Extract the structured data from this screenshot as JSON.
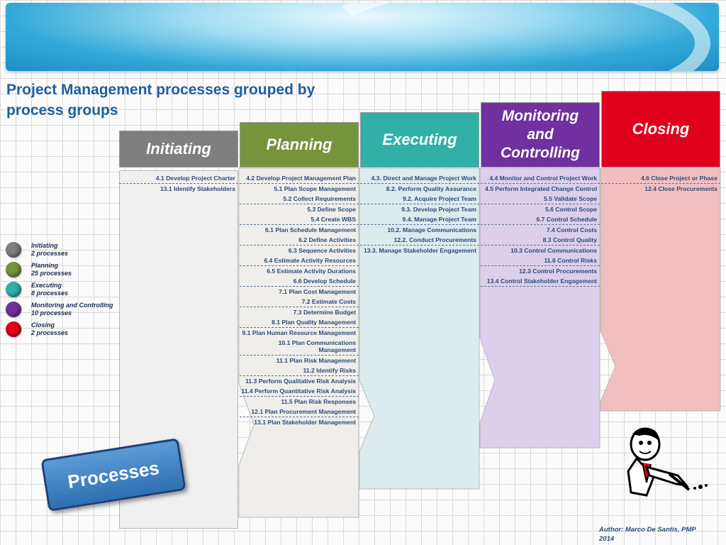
{
  "title": "Project Management processes grouped by process groups",
  "badge": "Processes",
  "author": [
    "Author: Marco De Santis, PMP",
    "2014"
  ],
  "colors": {
    "initiating": "#7f7f7f",
    "planning": "#77933c",
    "executing": "#31b0a8",
    "monitoring": "#7030a0",
    "closing": "#e0001b"
  },
  "legend": [
    {
      "name": "Initiating",
      "count": "2 processes",
      "color": "#7f7f7f"
    },
    {
      "name": "Planning",
      "count": "25 processes",
      "color": "#77933c"
    },
    {
      "name": "Executing",
      "count": "8 processes",
      "color": "#31b0a8"
    },
    {
      "name": "Monitoring and Controlling",
      "count": "10 processes",
      "color": "#7030a0"
    },
    {
      "name": "Closing",
      "count": "2 processes",
      "color": "#e0001b"
    }
  ],
  "groups": {
    "initiating": {
      "label": "Initiating",
      "items": [
        "4.1 Develop Project Charter",
        "13.1 Identify Stakeholders"
      ]
    },
    "planning": {
      "label": "Planning",
      "items": [
        "4.2 Develop Project Management Plan",
        "5.1 Plan Scope Management",
        "5.2 Collect Requirements",
        "5.3 Define Scope",
        "5.4 Create WBS",
        "6.1 Plan Schedule Management",
        "6.2 Define Activities",
        "6.3 Sequence Activities",
        "6.4 Estimate Activity Resources",
        "6.5 Estimate Activity Durations",
        "6.6 Develop Schedule",
        "7.1 Plan Cost Management",
        "7.2 Estimate Costs",
        "7.3 Determine Budget",
        "8.1 Plan Quality Management",
        "9.1 Plan Human Resource Management",
        "10.1 Plan Communications Management",
        "11.1 Plan Risk Management",
        "11.2 Identify Risks",
        "11.3 Perform Qualitative Risk Analysis",
        "11.4 Perform Quantitative Risk Analysis",
        "11.5 Plan Risk Responses",
        "12.1 Plan Procurement Management",
        "13.1 Plan Stakeholder Management"
      ]
    },
    "executing": {
      "label": "Executing",
      "items": [
        "4.3. Direct and Manage Project Work",
        "8.2. Perform Quality Assurance",
        "9.2. Acquire Project Team",
        "9.3. Develop Project Team",
        "9.4. Manage Project Team",
        "10.2. Manage Communications",
        "12.2. Conduct Procurements",
        "13.3. Manage Stakeholder Engagement"
      ]
    },
    "monitoring": {
      "label": [
        "Monitoring",
        "and",
        "Controlling"
      ],
      "items": [
        "4.4 Monitor and Control Project Work",
        "4.5 Perform Integrated Change Control",
        "5.5 Validate Scope",
        "5.6 Control Scope",
        "6.7 Control Schedule",
        "7.4 Control Costs",
        "8.3 Control Quality",
        "10.3 Control Communications",
        "11.6 Control Risks",
        "12.3 Control Procurements",
        "13.4 Control Stakeholder Engagement"
      ]
    },
    "closing": {
      "label": "Closing",
      "items": [
        "4.6 Close Project or Phase",
        "12.4 Close Procurements"
      ]
    }
  }
}
